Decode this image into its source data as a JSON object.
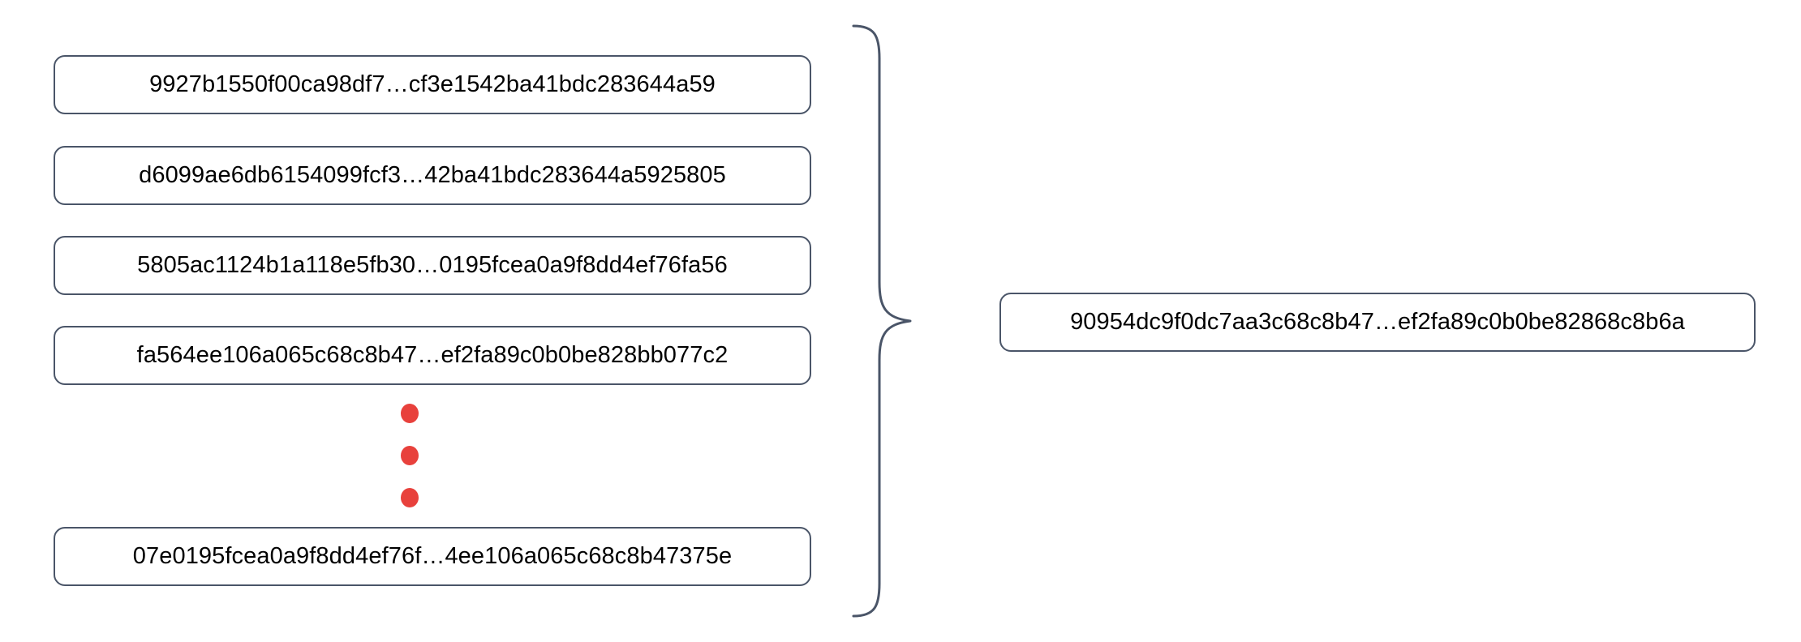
{
  "diagram": {
    "type": "merkle-hash-aggregation",
    "inputs": [
      {
        "id": "leaf-hash-1",
        "hash": "9927b1550f00ca98df7…cf3e1542ba41bdc283644a59"
      },
      {
        "id": "leaf-hash-2",
        "hash": "d6099ae6db6154099fcf3…42ba41bdc283644a5925805"
      },
      {
        "id": "leaf-hash-3",
        "hash": "5805ac1124b1a118e5fb30…0195fcea0a9f8dd4ef76fa56"
      },
      {
        "id": "leaf-hash-4",
        "hash": "fa564ee106a065c68c8b47…ef2fa89c0b0be828bb077c2"
      },
      {
        "id": "leaf-hash-n",
        "hash": "07e0195fcea0a9f8dd4ef76f…4ee106a065c68c8b47375e"
      }
    ],
    "continuation": {
      "name": "vertical-ellipsis",
      "dot_count": 3,
      "color": "#e8413c"
    },
    "grouping": {
      "name": "curly-brace",
      "orientation": "right-pointing",
      "color": "#4a5568"
    },
    "output": {
      "id": "aggregate-hash",
      "hash": "90954dc9f0dc7aa3c68c8b47…ef2fa89c0b0be82868c8b6a"
    },
    "colors": {
      "box_border": "#4a5568",
      "box_fill": "#ffffff",
      "text": "#000000",
      "accent": "#e8413c",
      "background": "#ffffff"
    }
  }
}
